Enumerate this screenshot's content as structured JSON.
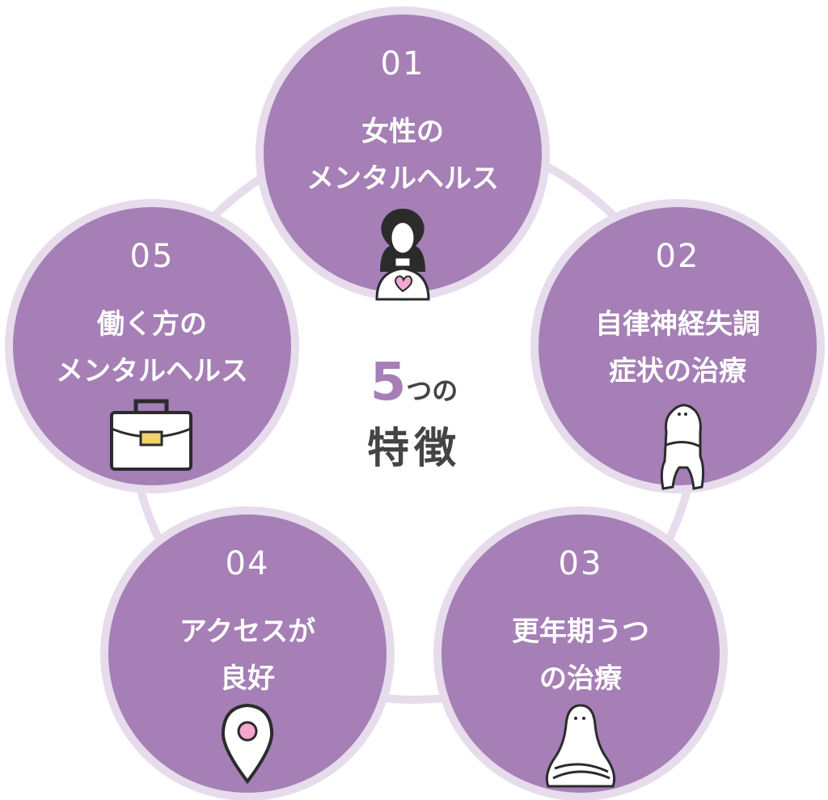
{
  "center": {
    "number": "5",
    "suffix": "つの",
    "label": "特徴"
  },
  "features": [
    {
      "number": "01",
      "lines": [
        "女性の",
        "メンタルヘルス"
      ],
      "icon": "woman-heart-icon"
    },
    {
      "number": "02",
      "lines": [
        "自律神経失調",
        "症状の治療"
      ],
      "icon": "sitting-figure-icon"
    },
    {
      "number": "03",
      "lines": [
        "更年期うつ",
        "の治療"
      ],
      "icon": "crossed-arms-figure-icon"
    },
    {
      "number": "04",
      "lines": [
        "アクセスが",
        "良好"
      ],
      "icon": "map-pin-icon"
    },
    {
      "number": "05",
      "lines": [
        "働く方の",
        "メンタルヘルス"
      ],
      "icon": "briefcase-icon"
    }
  ],
  "colors": {
    "circle": "#a57fb5",
    "ring": "#e6dcec",
    "center_bg": "#ffffff",
    "center_text": "#444444"
  }
}
